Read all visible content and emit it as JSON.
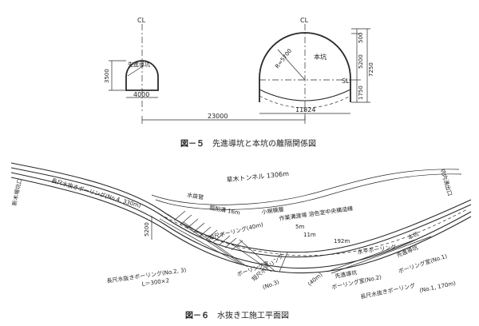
{
  "figure5": {
    "caption_num": "図－５",
    "caption_text": "先進導坑と本坑の離隔関係図",
    "left_section": {
      "cl": "CL",
      "name": "先進導坑",
      "height": "3500",
      "width": "4000"
    },
    "right_section": {
      "cl": "CL",
      "name": "本坑",
      "radius": "R=5700",
      "sl": "SL",
      "dim_top": "500",
      "dim_upper": "5200",
      "dim_total": "7250",
      "dim_lower": "1750",
      "width": "11824"
    },
    "spacing": "23000"
  },
  "figure6": {
    "caption_num": "図－６",
    "caption_text": "水抜き工施工平面図",
    "labels": {
      "west_portal": "新木場坑口",
      "east_portal": "坑内湧出口",
      "tunnel_name": "草木トンネル 1306m",
      "long_boring_4": "長尺水抜きボーリング(No.4, 330m)",
      "aquifer": "水抜管",
      "gallery": "掘削溝 16m",
      "pit_band": "小規模層",
      "jet_pit": "作業溝渡場 溶色室中央構造線",
      "small_boring_40": "短尺ボーリング(40m)",
      "d5m": "5m",
      "d11m": "11m",
      "d192m": "192m",
      "horizontal_boring": "水平ボーリング",
      "main_tunnel": "本坑",
      "pilot": "先進導坑",
      "room_no1": "ボーリング室(No.1)",
      "long_boring_23": "長尺水抜きボーリング(No.2, 3)",
      "l_spec": "L＝300×2",
      "small_boring": "短尺ボーリング",
      "small_boring_40b": "(40m)",
      "boring_no3": "ボーリング室",
      "boring_no3_num": "(No.3)",
      "pilot_entry": "先進導坑",
      "room_no2": "ボーリング室(No.2)",
      "long_boring_1": "長尺水抜きボーリング",
      "long_boring_1_spec": "(No.1, 170m)",
      "dim_5200": "5200"
    }
  }
}
